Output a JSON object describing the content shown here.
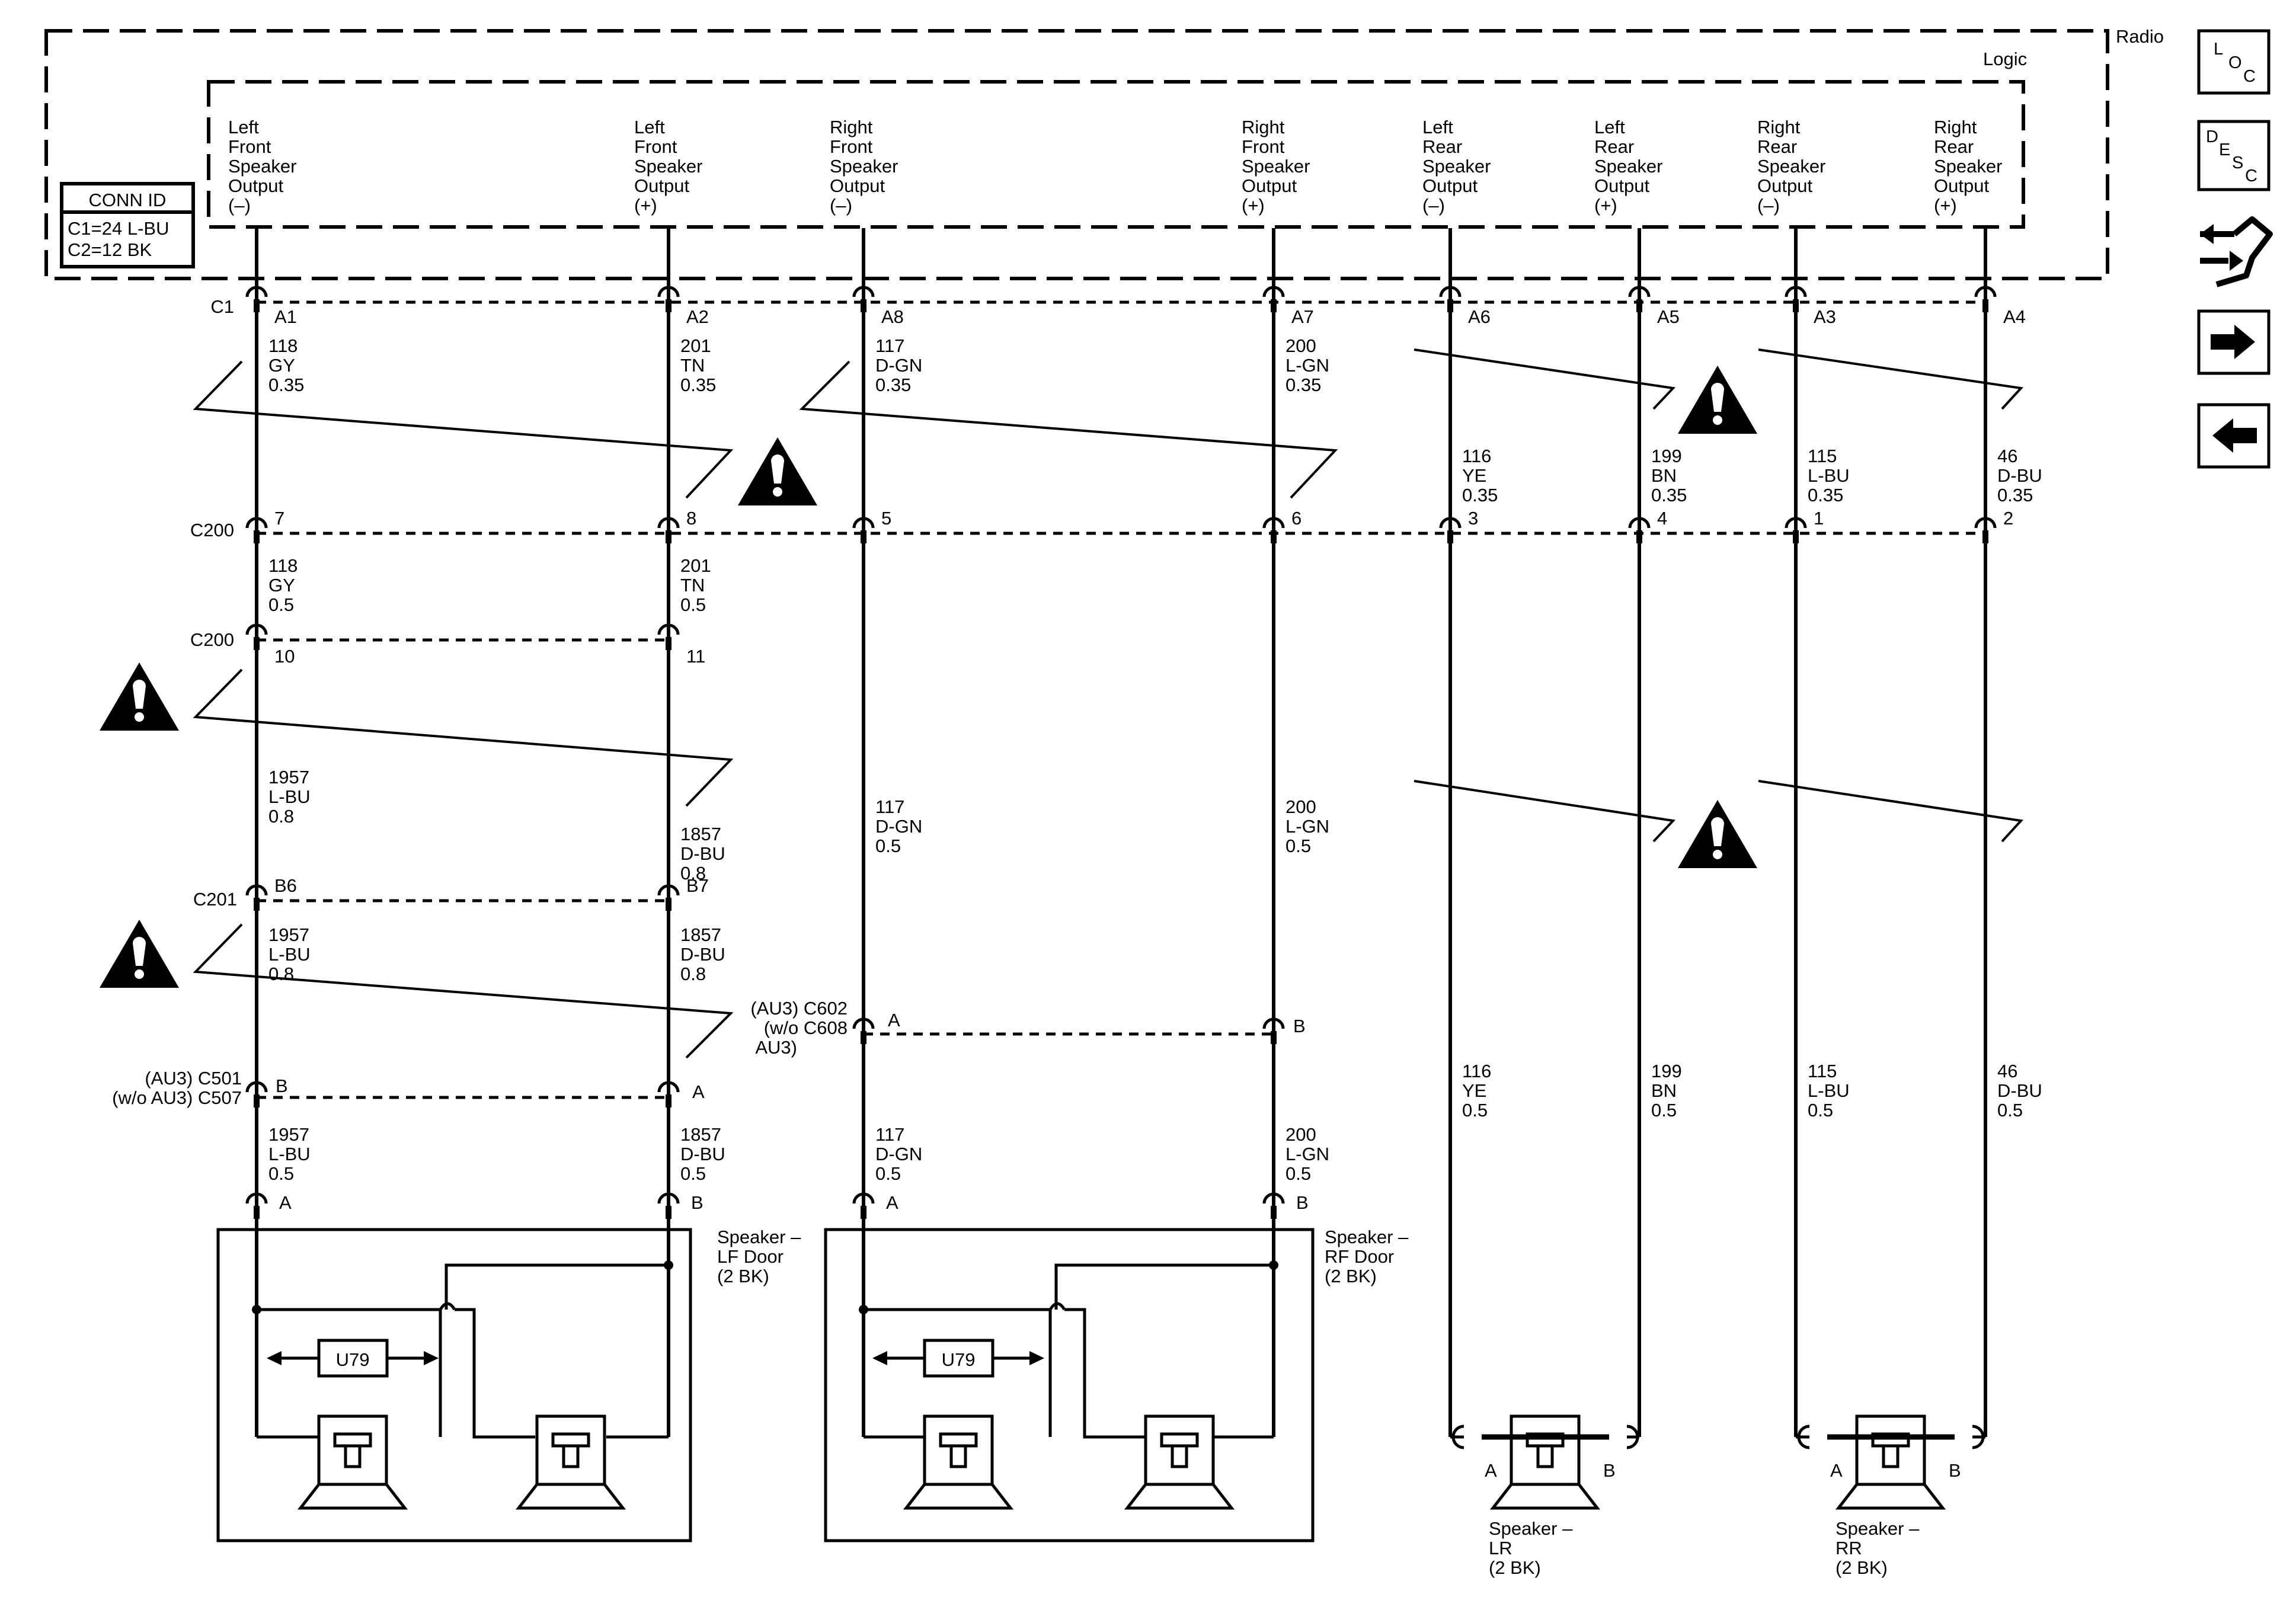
{
  "radio": {
    "title": "Radio",
    "logic": "Logic"
  },
  "conn_id": {
    "title": "CONN ID",
    "lines": [
      "C1=24 L-BU",
      "C2=12 BK"
    ]
  },
  "outputs": [
    [
      "Left",
      "Front",
      "Speaker",
      "Output",
      "(–)"
    ],
    [
      "Left",
      "Front",
      "Speaker",
      "Output",
      "(+)"
    ],
    [
      "Right",
      "Front",
      "Speaker",
      "Output",
      "(–)"
    ],
    [
      "Right",
      "Front",
      "Speaker",
      "Output",
      "(+)"
    ],
    [
      "Left",
      "Rear",
      "Speaker",
      "Output",
      "(–)"
    ],
    [
      "Left",
      "Rear",
      "Speaker",
      "Output",
      "(+)"
    ],
    [
      "Right",
      "Rear",
      "Speaker",
      "Output",
      "(–)"
    ],
    [
      "Right",
      "Rear",
      "Speaker",
      "Output",
      "(+)"
    ]
  ],
  "c1": {
    "name": "C1",
    "pins": [
      "A1",
      "A2",
      "A8",
      "A7",
      "A6",
      "A5",
      "A3",
      "A4"
    ]
  },
  "wires_top": [
    [
      "118",
      "GY",
      "0.35"
    ],
    [
      "201",
      "TN",
      "0.35"
    ],
    [
      "117",
      "D-GN",
      "0.35"
    ],
    [
      "200",
      "L-GN",
      "0.35"
    ],
    [
      "116",
      "YE",
      "0.35"
    ],
    [
      "199",
      "BN",
      "0.35"
    ],
    [
      "115",
      "L-BU",
      "0.35"
    ],
    [
      "46",
      "D-BU",
      "0.35"
    ]
  ],
  "c200a": {
    "name": "C200",
    "pins": [
      "7",
      "8",
      "5",
      "6",
      "3",
      "4",
      "1",
      "2"
    ]
  },
  "wires_mid1": [
    [
      "118",
      "GY",
      "0.5"
    ],
    [
      "201",
      "TN",
      "0.5"
    ]
  ],
  "c200b": {
    "name": "C200",
    "pins": [
      "10",
      "11"
    ]
  },
  "wires_mid2": [
    [
      "1957",
      "L-BU",
      "0.8"
    ],
    [
      "1857",
      "D-BU",
      "0.8"
    ],
    [
      "117",
      "D-GN",
      "0.5"
    ],
    [
      "200",
      "L-GN",
      "0.5"
    ]
  ],
  "c201": {
    "name": "C201",
    "pins": [
      "B6",
      "B7"
    ]
  },
  "wires_mid3": [
    [
      "1957",
      "L-BU",
      "0.8"
    ],
    [
      "1857",
      "D-BU",
      "0.8"
    ]
  ],
  "c602": {
    "lines": [
      "(AU3) C602",
      "(w/o C608",
      "AU3)"
    ],
    "pins": [
      "A",
      "B"
    ]
  },
  "c501": {
    "lines": [
      "(AU3) C501",
      "(w/o AU3) C507"
    ],
    "pins": [
      "B",
      "A"
    ]
  },
  "wires_rear_low": [
    [
      "116",
      "YE",
      "0.5"
    ],
    [
      "199",
      "BN",
      "0.5"
    ],
    [
      "115",
      "L-BU",
      "0.5"
    ],
    [
      "46",
      "D-BU",
      "0.5"
    ]
  ],
  "wires_bottom": [
    [
      "1957",
      "L-BU",
      "0.5"
    ],
    [
      "1857",
      "D-BU",
      "0.5"
    ],
    [
      "117",
      "D-GN",
      "0.5"
    ],
    [
      "200",
      "L-GN",
      "0.5"
    ]
  ],
  "speaker_pins": [
    "A",
    "B",
    "A",
    "B"
  ],
  "speakers": {
    "lf": [
      "Speaker –",
      "LF Door",
      "(2 BK)"
    ],
    "rf": [
      "Speaker –",
      "RF Door",
      "(2 BK)"
    ],
    "lr": [
      "Speaker –",
      "LR",
      "(2 BK)"
    ],
    "rr": [
      "Speaker –",
      "RR",
      "(2 BK)"
    ],
    "u79": "U79",
    "rear_pins": [
      "A",
      "B"
    ]
  },
  "nav": {
    "loc": [
      "L",
      "O",
      "C"
    ],
    "desc": [
      "D",
      "E",
      "S",
      "C"
    ]
  }
}
